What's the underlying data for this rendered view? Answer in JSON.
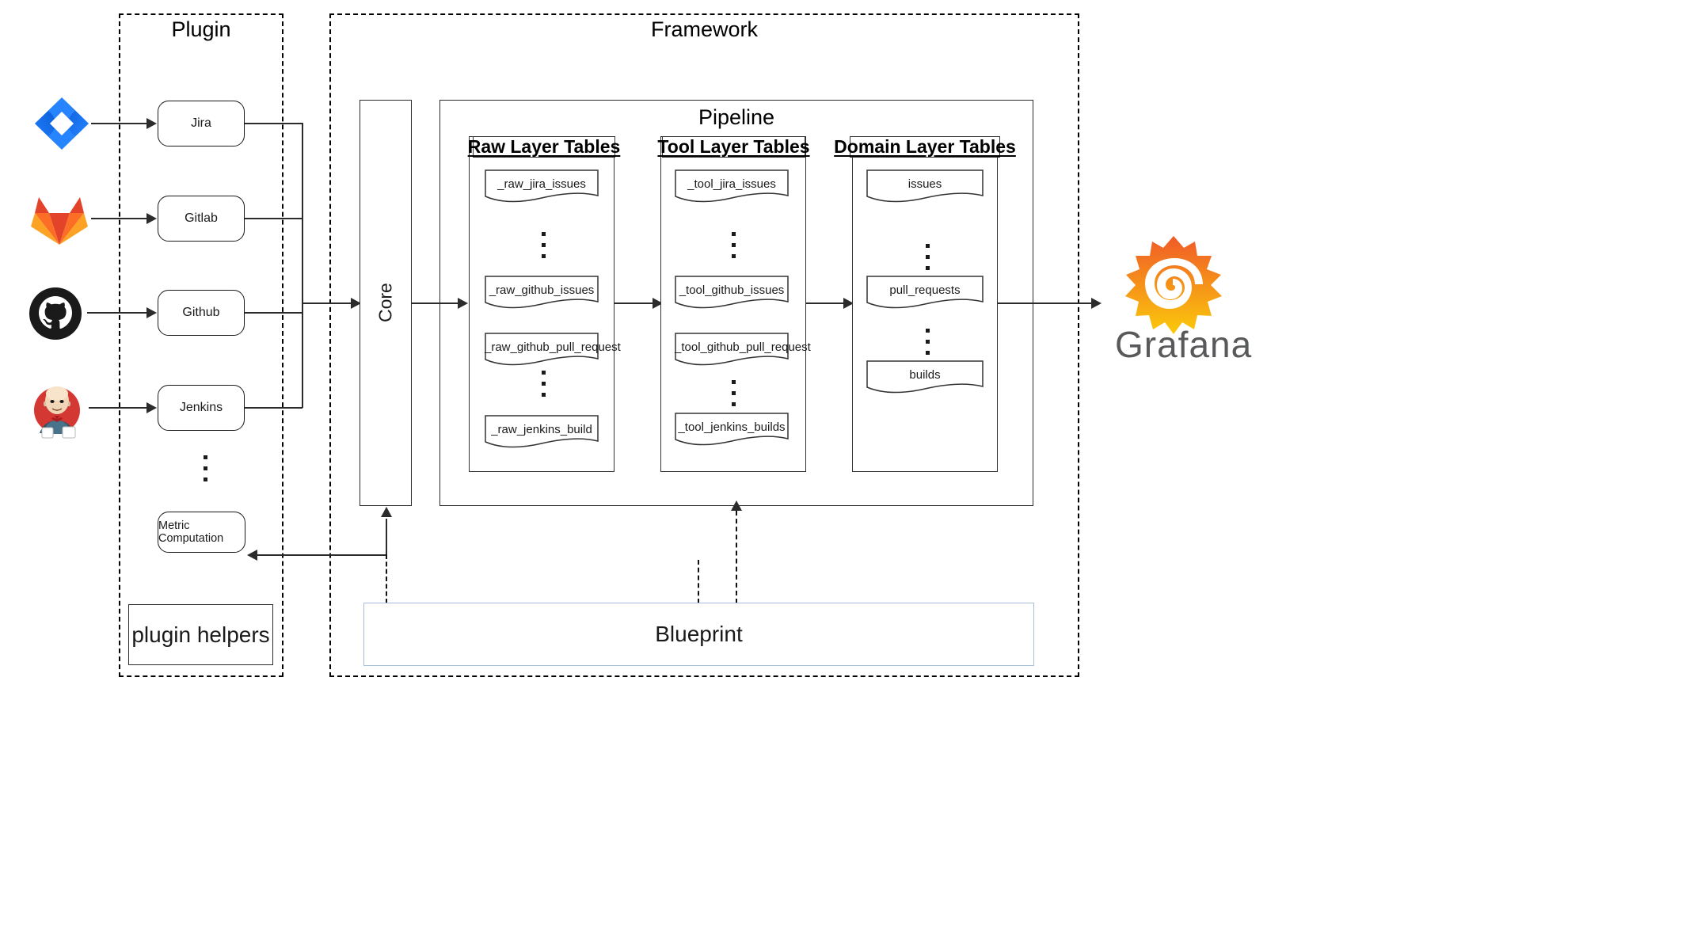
{
  "groups": {
    "plugin": {
      "title": "Plugin"
    },
    "framework": {
      "title": "Framework"
    },
    "pipeline": {
      "title": "Pipeline"
    }
  },
  "sources": [
    {
      "icon": "jira-icon",
      "label": "Jira"
    },
    {
      "icon": "gitlab-icon",
      "label": "Gitlab"
    },
    {
      "icon": "github-icon",
      "label": "Github"
    },
    {
      "icon": "jenkins-icon",
      "label": "Jenkins"
    }
  ],
  "plugin_extras": {
    "metric_computation": "Metric Computation",
    "plugin_helpers": "plugin helpers",
    "ellipsis": "vertical-ellipsis"
  },
  "core": {
    "label": "Core"
  },
  "layers": [
    {
      "id": "raw",
      "title": "Raw Layer Tables",
      "items": [
        {
          "type": "table",
          "label": "_raw_jira_issues"
        },
        {
          "type": "ellipsis"
        },
        {
          "type": "table",
          "label": "_raw_github_issues"
        },
        {
          "type": "table",
          "label": "_raw_github_pull_request"
        },
        {
          "type": "ellipsis"
        },
        {
          "type": "table",
          "label": "_raw_jenkins_build"
        }
      ]
    },
    {
      "id": "tool",
      "title": "Tool Layer  Tables",
      "items": [
        {
          "type": "table",
          "label": "_tool_jira_issues"
        },
        {
          "type": "ellipsis"
        },
        {
          "type": "table",
          "label": "_tool_github_issues"
        },
        {
          "type": "table",
          "label": "_tool_github_pull_request"
        },
        {
          "type": "ellipsis"
        },
        {
          "type": "table",
          "label": "_tool_jenkins_builds"
        }
      ]
    },
    {
      "id": "domain",
      "title": "Domain  Layer Tables",
      "items": [
        {
          "type": "table",
          "label": "issues"
        },
        {
          "type": "ellipsis"
        },
        {
          "type": "table",
          "label": "pull_requests"
        },
        {
          "type": "ellipsis"
        },
        {
          "type": "table",
          "label": "builds"
        }
      ]
    }
  ],
  "blueprint": {
    "label": "Blueprint"
  },
  "output": {
    "logo": "grafana-logo-icon",
    "wordmark": "Grafana"
  },
  "colors": {
    "jira_blue": "#2684FF",
    "gitlab_orange": "#FC6D26",
    "gitlab_red": "#E24329",
    "gitlab_amber": "#FCA326",
    "github_black": "#1A1A1A",
    "jenkins_red": "#D33833",
    "grafana_orange": "#F05A28",
    "grafana_yellow": "#FBCA0A",
    "grafana_text": "#58595B",
    "blueprint_border": "#A5BEDE",
    "stroke": "#2B2B2B"
  }
}
